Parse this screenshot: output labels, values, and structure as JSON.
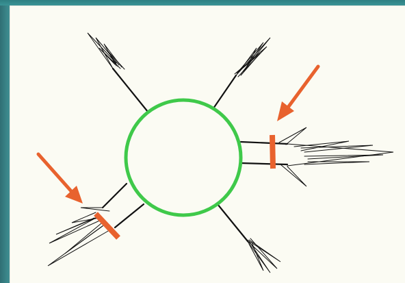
{
  "figure": {
    "background_color": "#3f9295",
    "paper_color": "#fbfbf3",
    "cell_body": {
      "shape": "circle",
      "outline_color": "#3fc94a"
    },
    "processes": [
      {
        "id": "upper-left",
        "direction": "upper-left",
        "marked": false
      },
      {
        "id": "upper-right",
        "direction": "upper-right",
        "marked": false
      },
      {
        "id": "right",
        "direction": "right",
        "marked": true
      },
      {
        "id": "lower-left",
        "direction": "lower-left",
        "marked": true
      },
      {
        "id": "lower-right",
        "direction": "lower-right",
        "marked": false
      }
    ],
    "markers": {
      "color": "#e8622e",
      "count": 2
    },
    "arrows": {
      "color": "#e8622e",
      "count": 2
    }
  }
}
